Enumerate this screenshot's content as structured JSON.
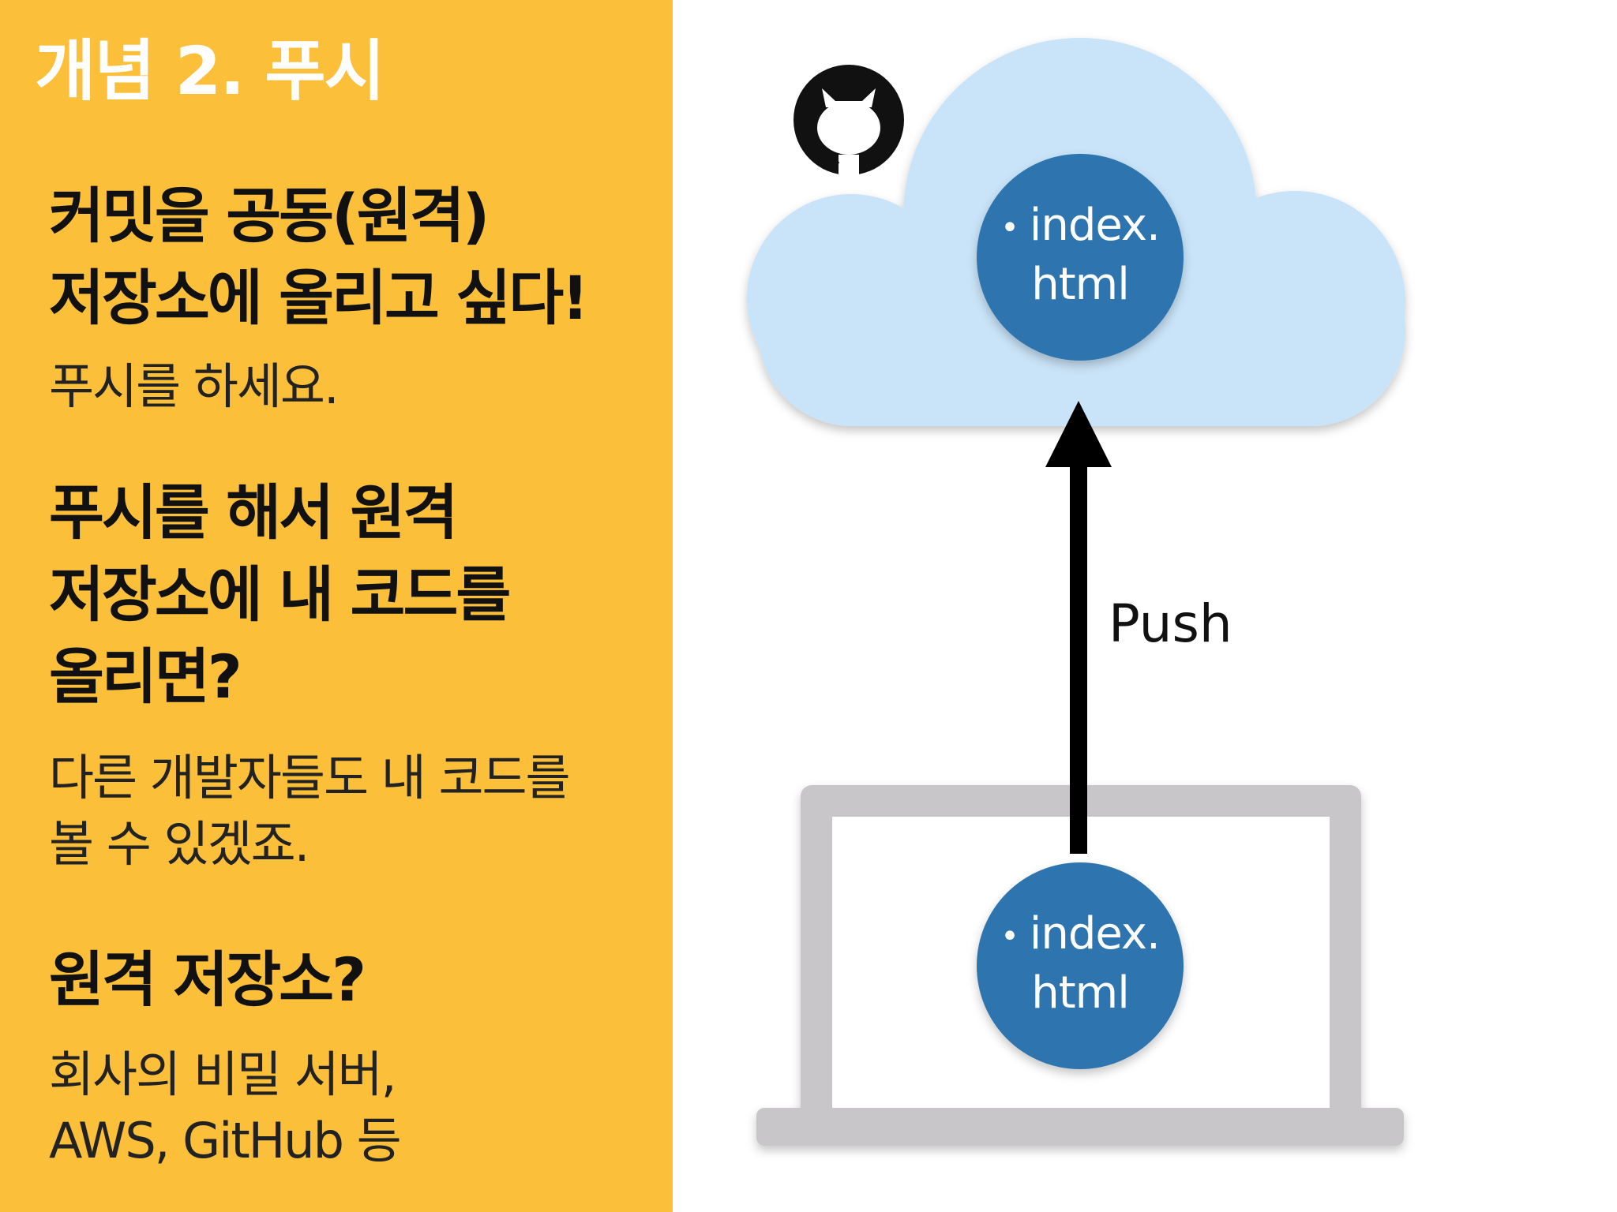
{
  "panel": {
    "title": "개념 2. 푸시",
    "section1": {
      "heading_lines": [
        "커밋을 공동(원격)",
        "저장소에 올리고 싶다!"
      ],
      "body_lines": [
        "푸시를 하세요."
      ]
    },
    "section2": {
      "heading_lines": [
        "푸시를 해서 원격",
        "저장소에 내 코드를",
        "올리면?"
      ],
      "body_lines": [
        "다른 개발자들도 내 코드를",
        "볼 수 있겠죠."
      ]
    },
    "section3": {
      "heading_lines": [
        "원격 저장소?"
      ],
      "body_lines": [
        "회사의 비밀 서버,",
        "AWS, GitHub 등"
      ]
    }
  },
  "diagram": {
    "remote_file": {
      "line1": "index.",
      "line2": "html"
    },
    "local_file": {
      "line1": "index.",
      "line2": "html"
    },
    "arrow_label": "Push",
    "icons": {
      "cloud": "cloud-icon",
      "github": "github-octocat-icon",
      "laptop": "laptop-icon"
    }
  },
  "colors": {
    "panel_bg": "#fbbf3a",
    "cloud": "#c9e3f8",
    "file_circle": "#2e75b0",
    "laptop": "#c8c6c8",
    "arrow": "#000000"
  }
}
